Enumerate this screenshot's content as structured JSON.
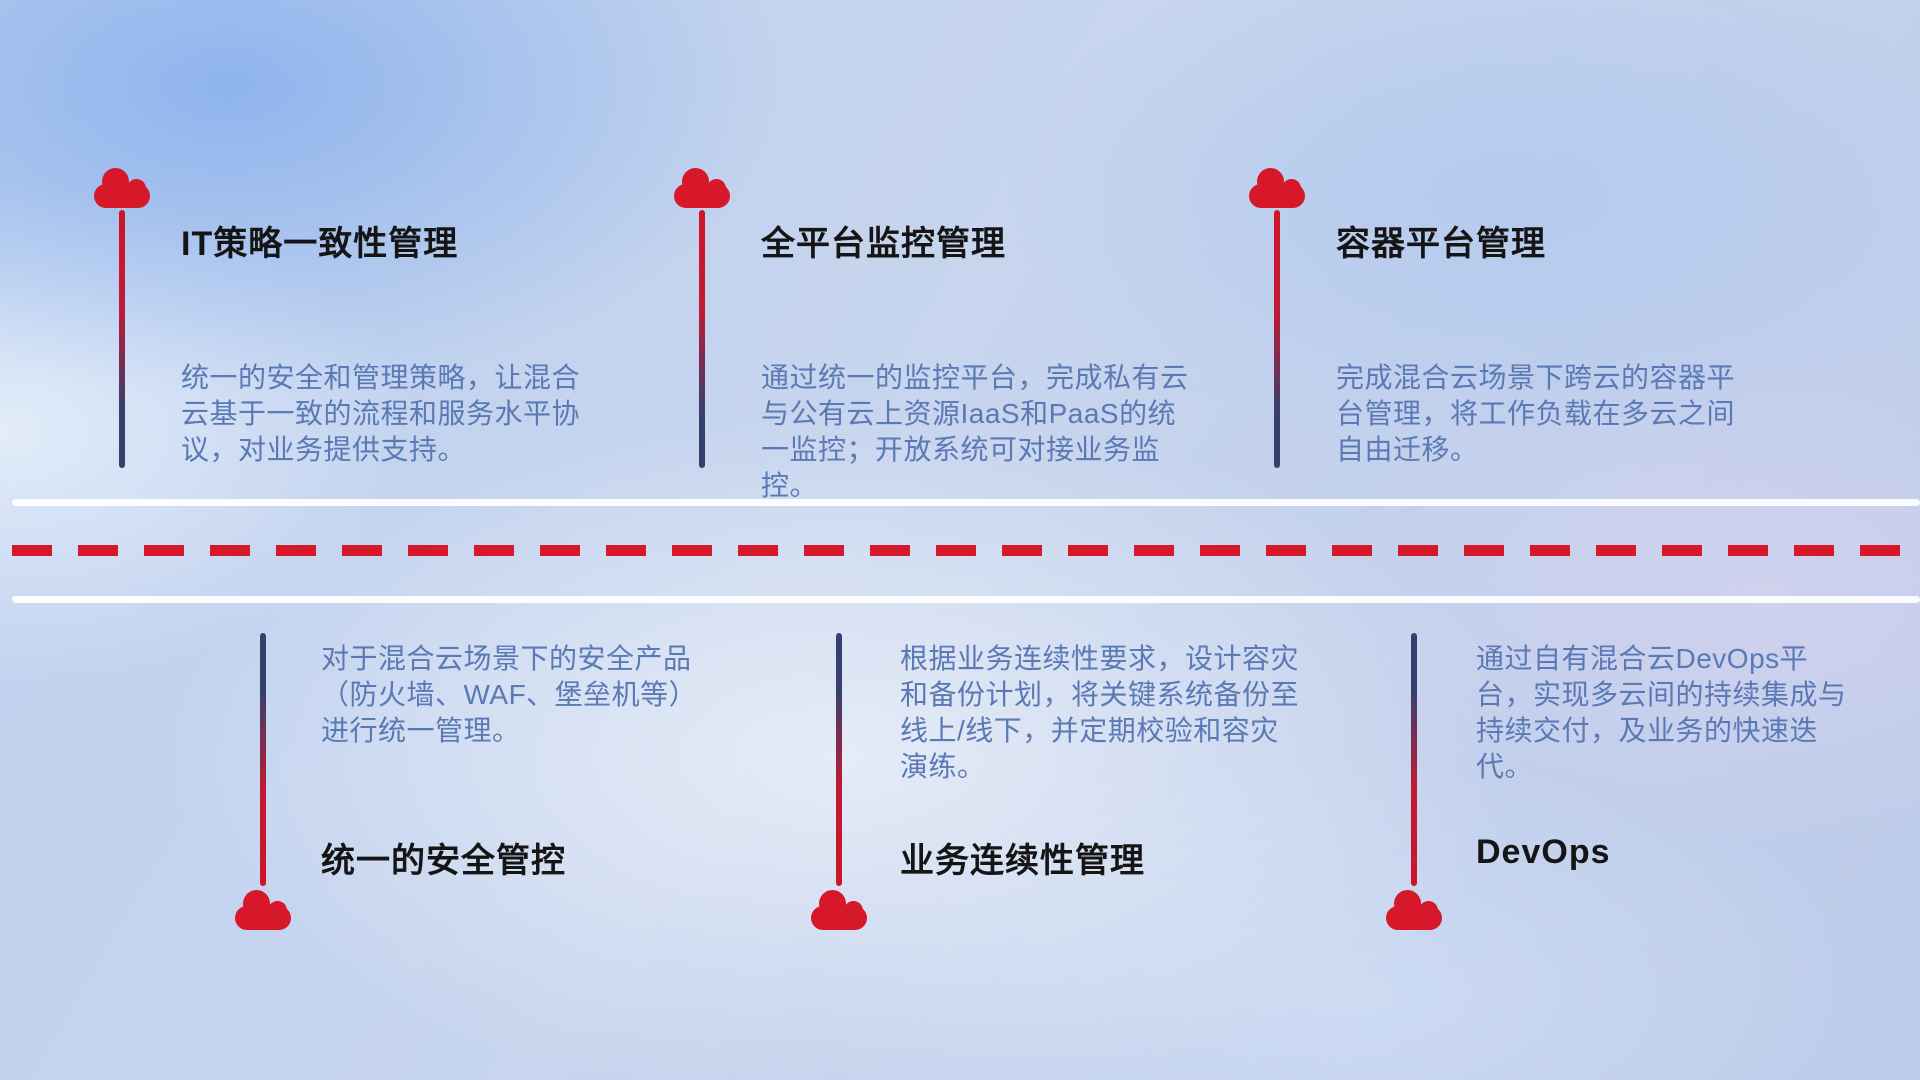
{
  "colors": {
    "accent_red": "#d7182a",
    "line_navy": "#35406f",
    "title_color": "#151515",
    "description_color": "#5a79b5",
    "background_base": "#c3d2ec",
    "road_white": "#ffffff"
  },
  "items": [
    {
      "id": "it-policy",
      "title": "IT策略一致性管理",
      "description": "统一的安全和管理策略，让混合云基于一致的流程和服务水平协议，对业务提供支持。"
    },
    {
      "id": "monitoring",
      "title": "全平台监控管理",
      "description": "通过统一的监控平台，完成私有云与公有云上资源IaaS和PaaS的统一监控；开放系统可对接业务监控。"
    },
    {
      "id": "container-platform",
      "title": "容器平台管理",
      "description": "完成混合云场景下跨云的容器平台管理，将工作负载在多云之间自由迁移。"
    },
    {
      "id": "security-control",
      "title": "统一的安全管控",
      "description": "对于混合云场景下的安全产品（防火墙、WAF、堡垒机等）进行统一管理。"
    },
    {
      "id": "business-continuity",
      "title": "业务连续性管理",
      "description": "根据业务连续性要求，设计容灾和备份计划，将关键系统备份至线上/线下，并定期校验和容灾演练。"
    },
    {
      "id": "devops",
      "title": "DevOps",
      "description": "通过自有混合云DevOps平台，实现多云间的持续集成与持续交付，及业务的快速迭代。"
    }
  ]
}
